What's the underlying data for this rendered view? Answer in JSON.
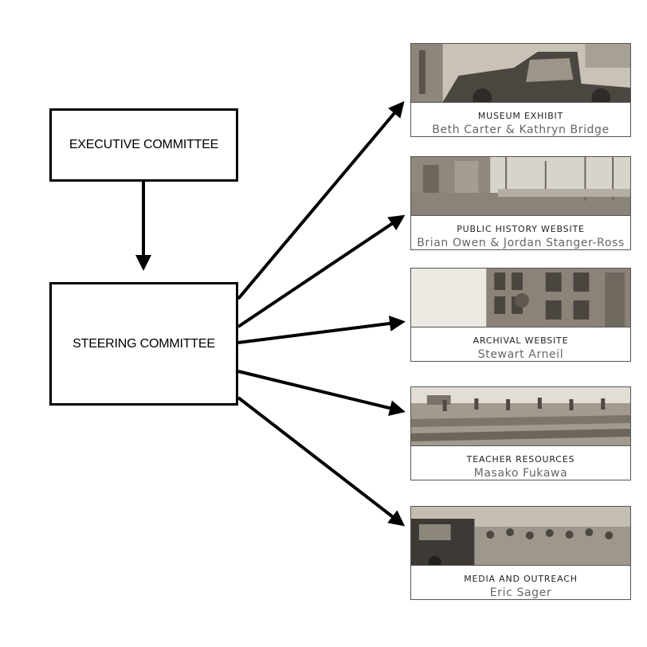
{
  "executive": {
    "label": "EXECUTIVE COMMITTEE"
  },
  "steering": {
    "label": "STEERING COMMITTEE"
  },
  "projects": [
    {
      "title": "MUSEUM EXHIBIT",
      "people": "Beth Carter & Kathryn Bridge",
      "photo": "vintage-truck-photo"
    },
    {
      "title": "PUBLIC HISTORY WEBSITE",
      "people": "Brian Owen & Jordan Stanger-Ross",
      "photo": "waterfront-construction-photo"
    },
    {
      "title": "ARCHIVAL WEBSITE",
      "people": "Stewart Arneil",
      "photo": "brick-building-photo"
    },
    {
      "title": "TEACHER RESOURCES",
      "people": "Masako Fukawa",
      "photo": "farm-workers-field-photo"
    },
    {
      "title": "MEDIA AND OUTREACH",
      "people": "Eric Sager",
      "photo": "street-crowd-photo"
    }
  ],
  "colors": {
    "line": "#000000",
    "photo_tone": "#b8b0a4"
  }
}
